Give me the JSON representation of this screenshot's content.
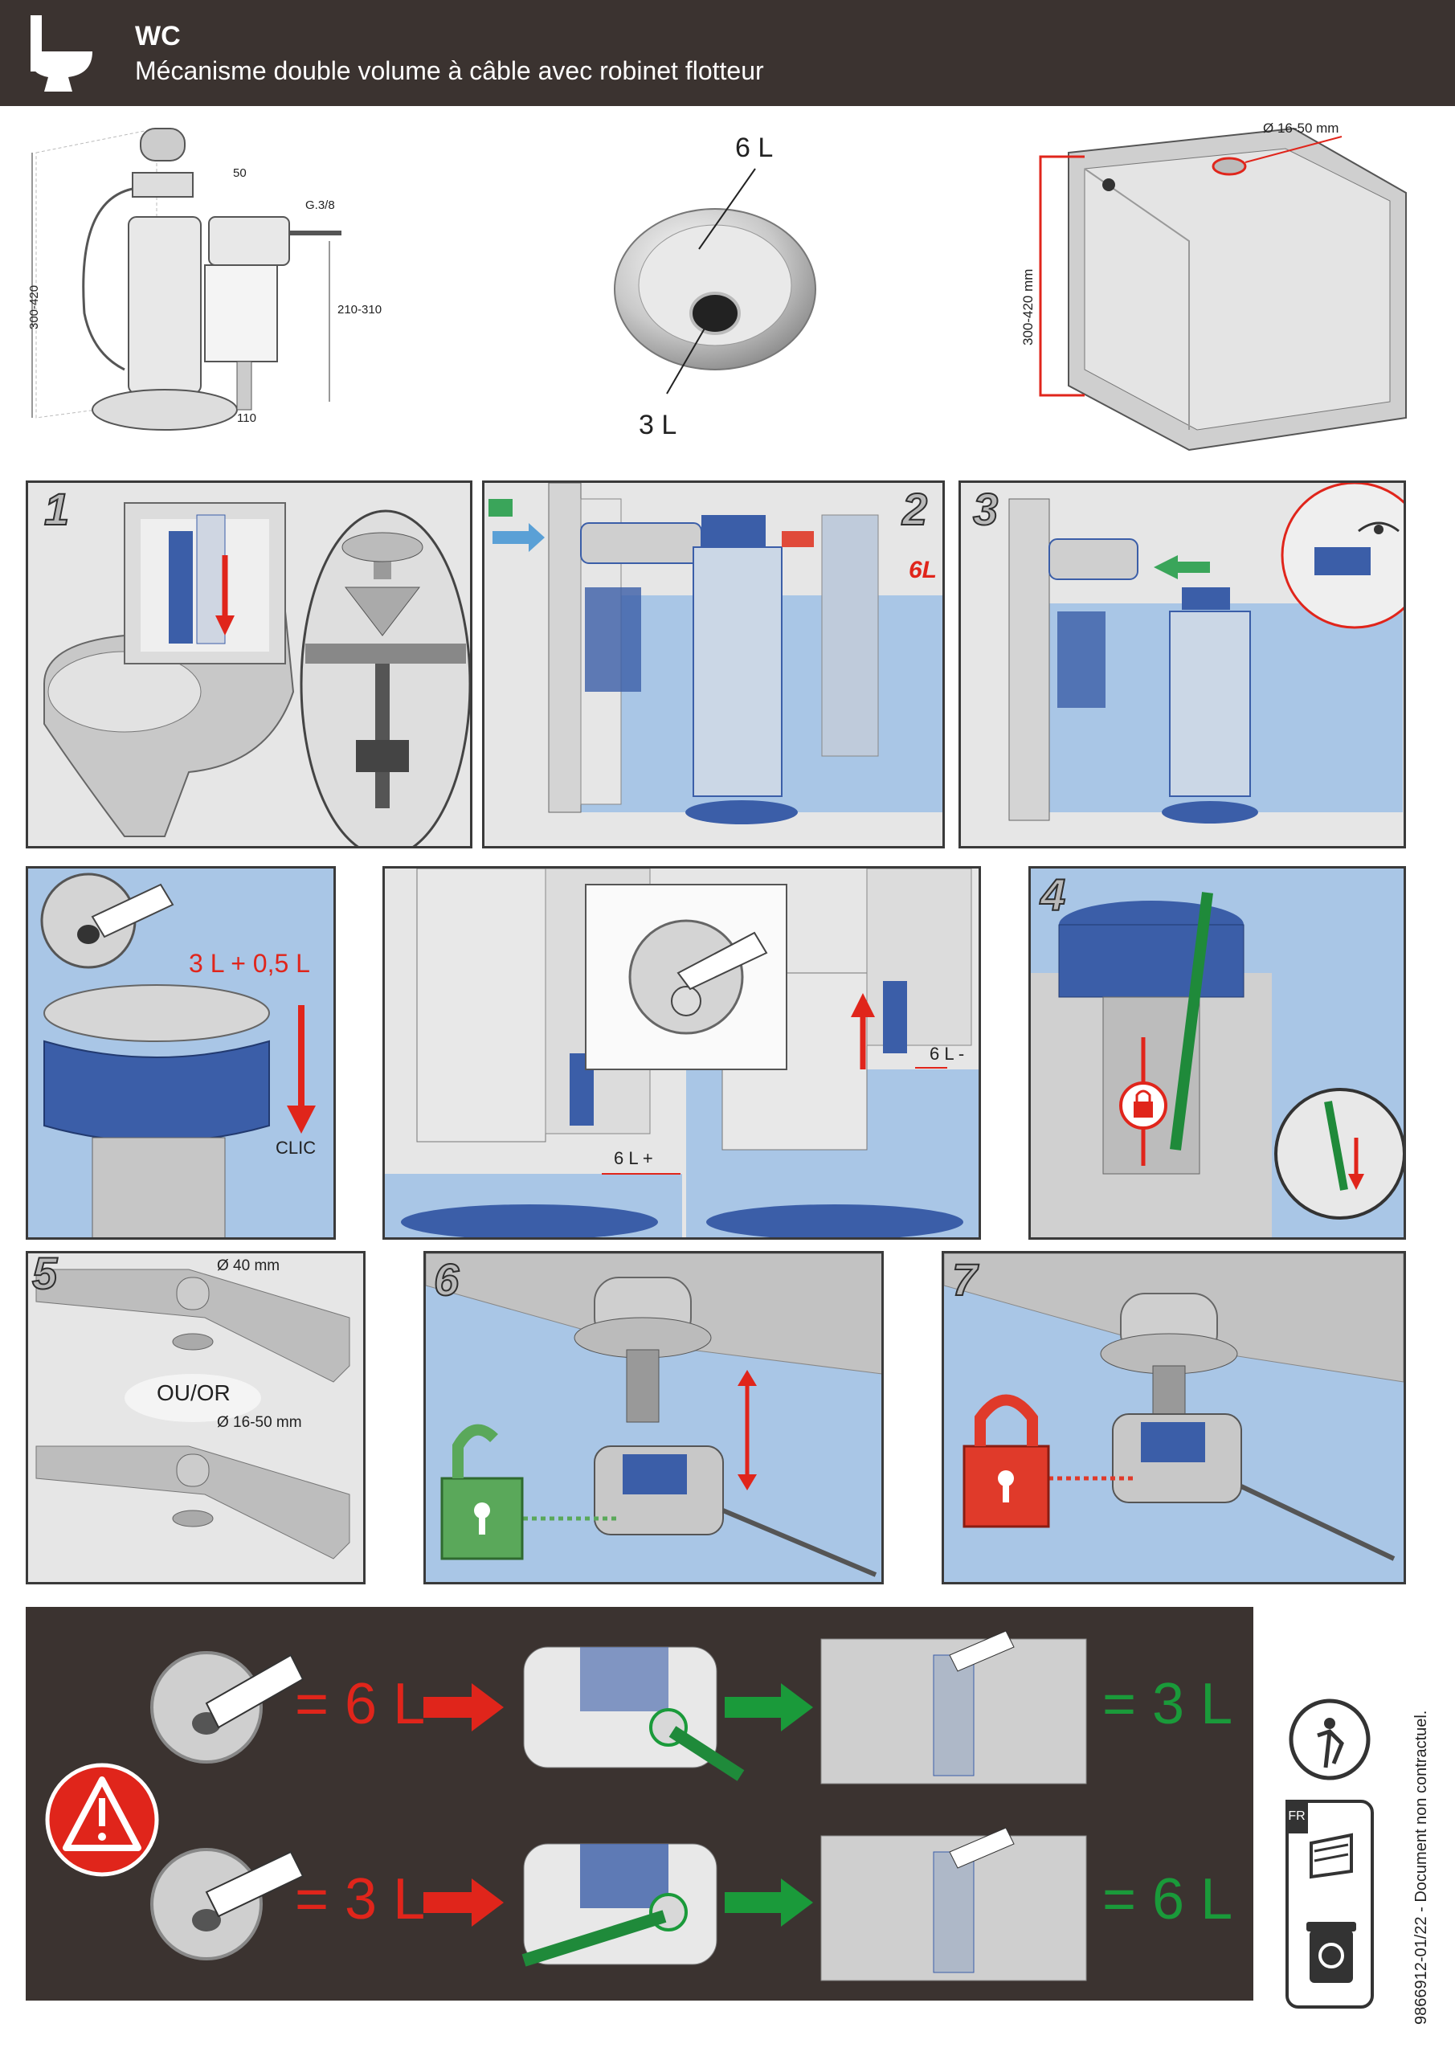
{
  "header": {
    "title": "WC",
    "subtitle": "Mécanisme double volume à câble avec robinet flotteur"
  },
  "top": {
    "dim_height": "300-420",
    "dim_50": "50",
    "dim_thread": "G.3/8",
    "dim_range": "210-310",
    "dim_110": "110",
    "button_full": "6 L",
    "button_half": "3 L",
    "tank_hole": "Ø 16-50 mm",
    "tank_height": "300-420 mm"
  },
  "steps": {
    "s1": "1",
    "s2": "2",
    "s3": "3",
    "s4": "4",
    "s5": "5",
    "s6": "6",
    "s7": "7",
    "s2_tag": "6L",
    "clip_volume": "3 L + 0,5 L",
    "clip_label": "CLIC",
    "level_minus": "6 L -",
    "level_plus": "6 L +",
    "diam_40": "Ø 40 mm",
    "diam_16_50": "Ø 16-50 mm",
    "or_label": "OU/OR"
  },
  "warning": {
    "row1_left": "= 6 L",
    "row1_right": "= 3 L",
    "row2_left": "= 3 L",
    "row2_right": "= 6 L"
  },
  "footer": {
    "lang": "FR",
    "doc_ref": "9866912-01/22 - Document non contractuel."
  },
  "colors": {
    "header_bg": "#3b3330",
    "accent_red": "#e0251b",
    "accent_green": "#1a9a3a",
    "water_blue": "#a9c6e6",
    "lock_red": "#e03a2a",
    "lock_green": "#5aa85a"
  }
}
